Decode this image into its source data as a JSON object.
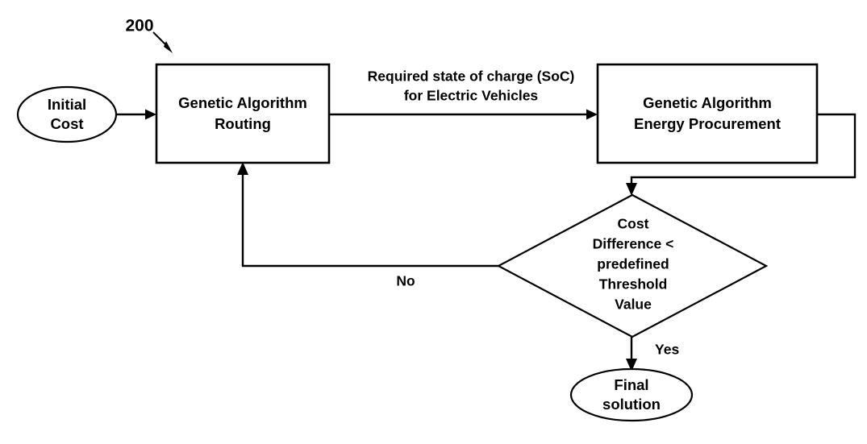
{
  "diagram": {
    "reference_number": "200",
    "type": "flowchart",
    "nodes": [
      {
        "id": "initial-cost",
        "shape": "ellipse",
        "lines": [
          "Initial",
          "Cost"
        ]
      },
      {
        "id": "ga-routing",
        "shape": "process",
        "lines": [
          "Genetic Algorithm",
          "Routing"
        ]
      },
      {
        "id": "ga-energy-procurement",
        "shape": "process",
        "lines": [
          "Genetic Algorithm",
          "Energy Procurement"
        ]
      },
      {
        "id": "cost-difference-decision",
        "shape": "decision",
        "lines": [
          "Cost",
          "Difference <",
          "predefined",
          "Threshold",
          "Value"
        ]
      },
      {
        "id": "final-solution",
        "shape": "ellipse",
        "lines": [
          "Final",
          "solution"
        ]
      }
    ],
    "edges": [
      {
        "id": "initial-to-routing",
        "from": "initial-cost",
        "to": "ga-routing",
        "label_lines": []
      },
      {
        "id": "routing-to-procurement",
        "from": "ga-routing",
        "to": "ga-energy-procurement",
        "label_lines": [
          "Required state of charge (SoC)",
          "for Electric Vehicles"
        ]
      },
      {
        "id": "procurement-to-decision",
        "from": "ga-energy-procurement",
        "to": "cost-difference-decision",
        "label_lines": []
      },
      {
        "id": "decision-no-to-routing",
        "from": "cost-difference-decision",
        "to": "ga-routing",
        "label_lines": [
          "No"
        ]
      },
      {
        "id": "decision-yes-to-final",
        "from": "cost-difference-decision",
        "to": "final-solution",
        "label_lines": [
          "Yes"
        ]
      }
    ],
    "labels": {
      "ref": "200",
      "edge_soc_line1": "Required state of charge (SoC)",
      "edge_soc_line2": "for Electric Vehicles",
      "branch_no": "No",
      "branch_yes": "Yes"
    },
    "node_text": {
      "initial_cost_1": "Initial",
      "initial_cost_2": "Cost",
      "ga_routing_1": "Genetic Algorithm",
      "ga_routing_2": "Routing",
      "ga_energy_1": "Genetic Algorithm",
      "ga_energy_2": "Energy Procurement",
      "decision_1": "Cost",
      "decision_2": "Difference <",
      "decision_3": "predefined",
      "decision_4": "Threshold",
      "decision_5": "Value",
      "final_1": "Final",
      "final_2": "solution"
    },
    "colors": {
      "stroke": "#000000",
      "fill": "#ffffff",
      "background": "#ffffff"
    }
  }
}
